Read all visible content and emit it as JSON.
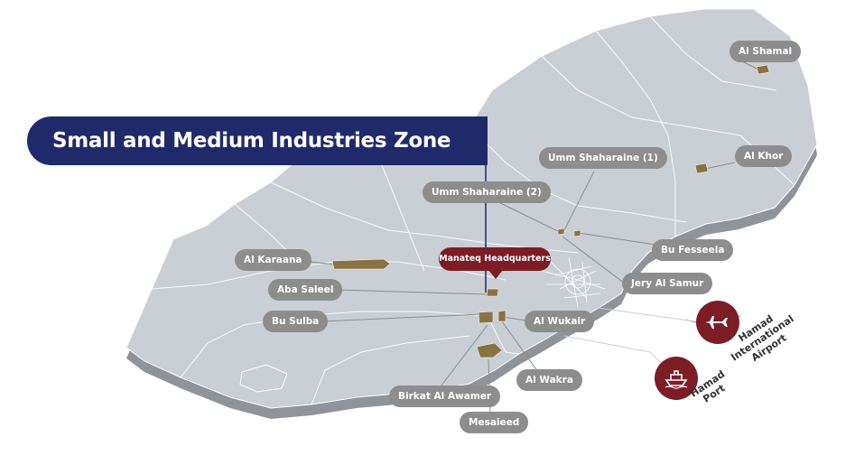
{
  "title": "Small and Medium Industries Zone",
  "headquarters": "Manateq Headquarters",
  "zones": {
    "al_shamal": "Al Shamal",
    "al_khor": "Al Khor",
    "umm_shahraine_1": "Umm Shaharaine (1)",
    "umm_shahraine_2": "Umm Shaharaine (2)",
    "bu_fesseela": "Bu Fesseela",
    "jery_al_samur": "Jery Al Samur",
    "al_karaana": "Al Karaana",
    "aba_saleel": "Aba Saleel",
    "bu_sulba": "Bu Sulba",
    "al_wukair": "Al Wukair",
    "al_wakra": "Al Wakra",
    "birkat_al_awamer": "Birkat Al Awamer",
    "mesaieed": "Mesaieed"
  },
  "points_of_interest": {
    "airport": {
      "lines": [
        "Hamad",
        "International",
        "Airport"
      ],
      "icon": "airplane-icon"
    },
    "port": {
      "lines": [
        "Hamad",
        "Port"
      ],
      "icon": "ship-icon"
    }
  },
  "colors": {
    "banner": "#1f2a6b",
    "accent": "#7c1d26",
    "land": "#c9cfd4",
    "label_pill": "#8d8d8d",
    "zone_marker": "#8a7342"
  }
}
